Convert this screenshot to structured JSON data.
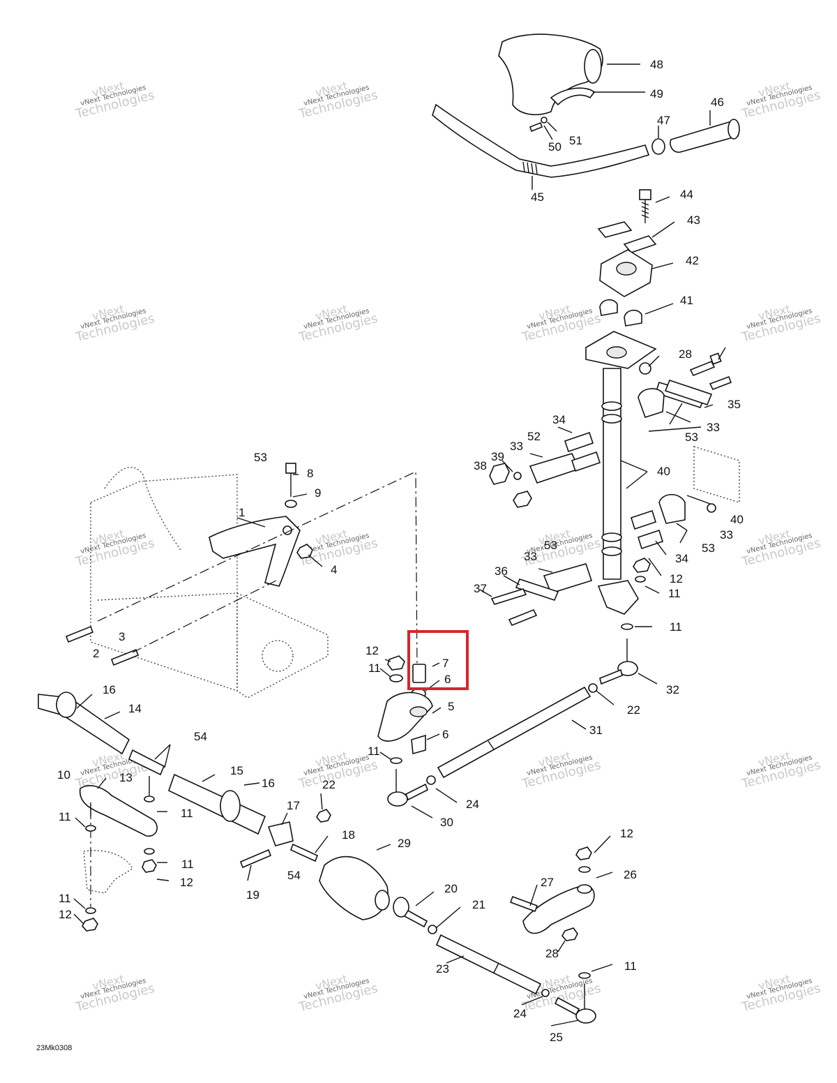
{
  "diagram_code": "23Mk0308",
  "watermark": {
    "line1": "vNext",
    "line2": "Technologies",
    "line3": "vNext Technologies"
  },
  "highlight_color": "#d8262a",
  "callouts": [
    "1",
    "2",
    "3",
    "4",
    "5",
    "6",
    "6",
    "7",
    "8",
    "9",
    "10",
    "11",
    "11",
    "11",
    "11",
    "11",
    "11",
    "11",
    "11",
    "11",
    "12",
    "12",
    "12",
    "12",
    "12",
    "13",
    "14",
    "15",
    "16",
    "16",
    "17",
    "18",
    "19",
    "20",
    "21",
    "22",
    "22",
    "23",
    "24",
    "24",
    "25",
    "26",
    "27",
    "28",
    "28",
    "29",
    "30",
    "31",
    "32",
    "33",
    "33",
    "33",
    "33",
    "34",
    "34",
    "35",
    "36",
    "37",
    "38",
    "39",
    "40",
    "40",
    "41",
    "42",
    "43",
    "44",
    "45",
    "46",
    "47",
    "48",
    "49",
    "50",
    "51",
    "52",
    "53",
    "53",
    "53",
    "53",
    "54",
    "54",
    "54"
  ],
  "highlighted_parts": [
    "7",
    "6"
  ]
}
